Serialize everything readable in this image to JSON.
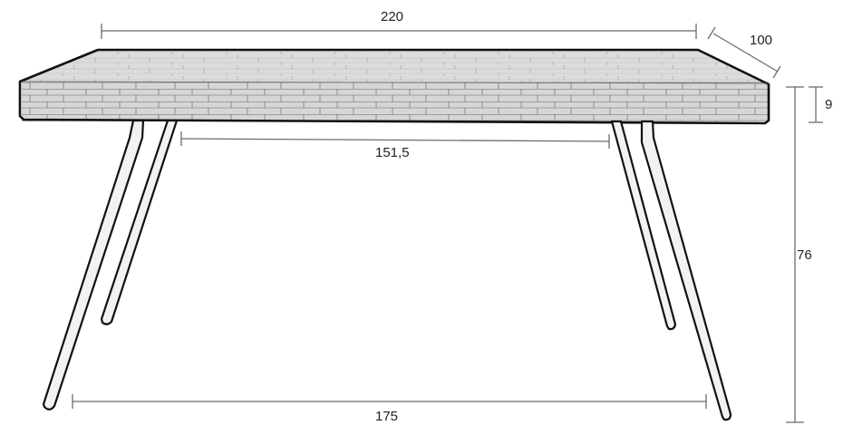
{
  "diagram": {
    "subject": "Table dimension drawing",
    "units": "cm",
    "colors": {
      "outline": "#111111",
      "dimension_line": "#6b6b6b",
      "wood_fill": "#d9d9d9",
      "leg_fill": "#f2f2f2",
      "label_text": "#222222"
    },
    "dimensions": {
      "length": "220",
      "depth": "100",
      "top_thickness": "9",
      "height": "76",
      "inner_leg_span": "151,5",
      "outer_leg_span": "175"
    }
  }
}
